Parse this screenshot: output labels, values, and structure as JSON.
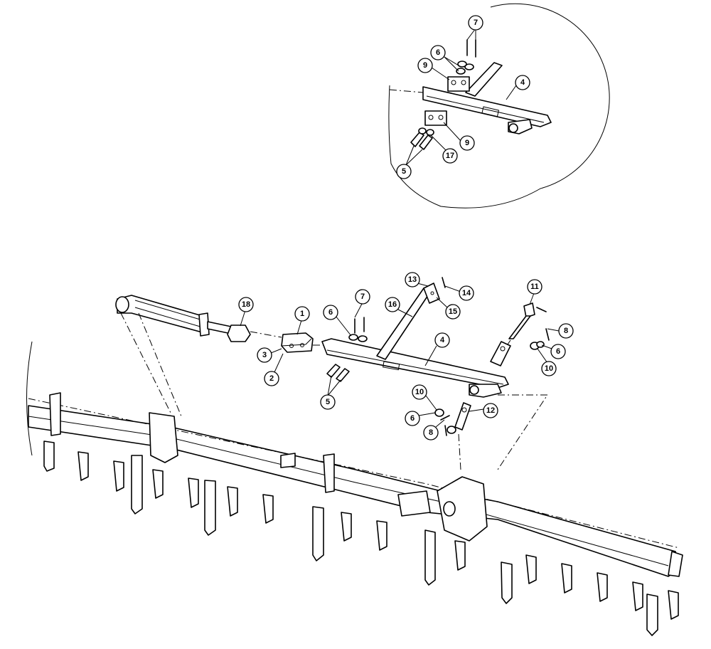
{
  "figure": {
    "title": "",
    "callouts": [
      "1",
      "2",
      "3",
      "4",
      "5",
      "6",
      "7",
      "8",
      "9",
      "10",
      "11",
      "12",
      "13",
      "14",
      "15",
      "16",
      "17",
      "18"
    ]
  },
  "detail_view": {
    "labels": [
      "7",
      "6",
      "9",
      "4",
      "9",
      "17",
      "5"
    ]
  },
  "main_view": {
    "labels": [
      "18",
      "1",
      "3",
      "2",
      "7",
      "6",
      "13",
      "14",
      "15",
      "16",
      "4",
      "5",
      "11",
      "8",
      "6",
      "10",
      "10",
      "6",
      "12",
      "8"
    ]
  }
}
